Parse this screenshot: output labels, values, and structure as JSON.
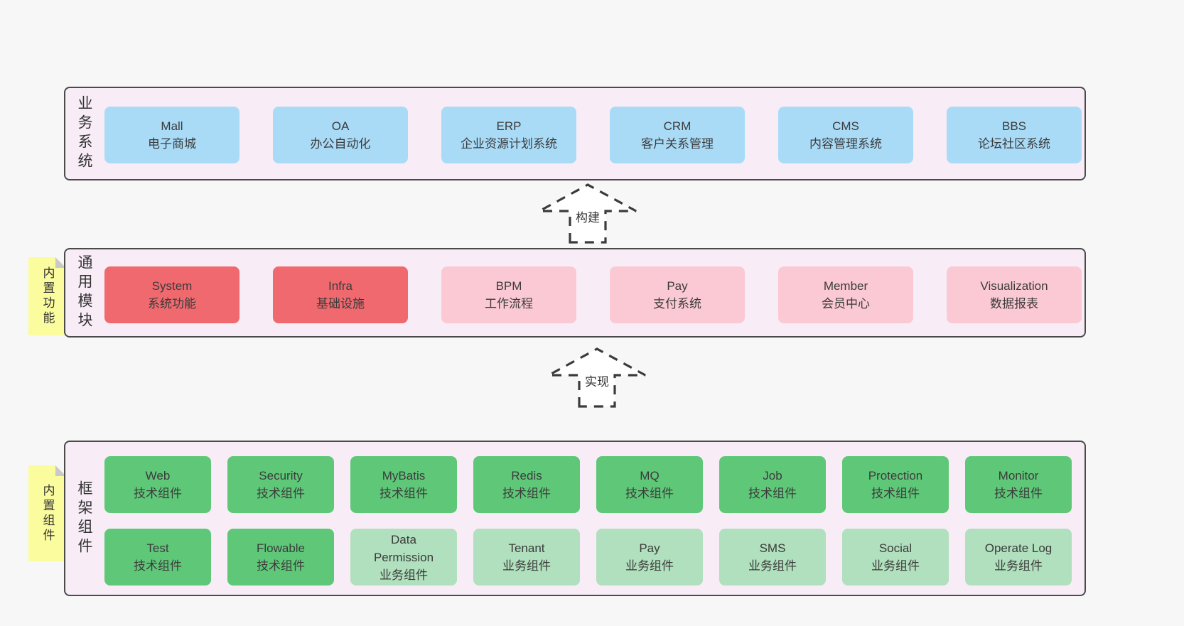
{
  "palette": {
    "page_bg": "#f7f7f7",
    "section_bg": "#f8edf6",
    "section_border": "#4a4a4a",
    "blue": "#a9dbf7",
    "red": "#f0696e",
    "pink": "#fbc9d3",
    "green": "#5fc878",
    "lightgreen": "#b0e0bd",
    "sticky_yellow": "#fbfc9d",
    "sticky_fold": "#c9c9c9",
    "text": "#3b3b3b"
  },
  "arrows": [
    {
      "label": "构建"
    },
    {
      "label": "实现"
    }
  ],
  "sections": [
    {
      "label": "业务系统",
      "items": [
        {
          "title": "Mall",
          "subtitle": "电子商城",
          "variant": "blue"
        },
        {
          "title": "OA",
          "subtitle": "办公自动化",
          "variant": "blue"
        },
        {
          "title": "ERP",
          "subtitle": "企业资源计划系统",
          "variant": "blue"
        },
        {
          "title": "CRM",
          "subtitle": "客户关系管理",
          "variant": "blue"
        },
        {
          "title": "CMS",
          "subtitle": "内容管理系统",
          "variant": "blue"
        },
        {
          "title": "BBS",
          "subtitle": "论坛社区系统",
          "variant": "blue"
        }
      ]
    },
    {
      "label": "通用模块",
      "sticky": "内置功能",
      "items": [
        {
          "title": "System",
          "subtitle": "系统功能",
          "variant": "red"
        },
        {
          "title": "Infra",
          "subtitle": "基础设施",
          "variant": "red"
        },
        {
          "title": "BPM",
          "subtitle": "工作流程",
          "variant": "pink"
        },
        {
          "title": "Pay",
          "subtitle": "支付系统",
          "variant": "pink"
        },
        {
          "title": "Member",
          "subtitle": "会员中心",
          "variant": "pink"
        },
        {
          "title": "Visualization",
          "subtitle": "数据报表",
          "variant": "pink"
        }
      ]
    },
    {
      "label": "框架组件",
      "sticky": "内置组件",
      "rows": [
        [
          {
            "title": "Web",
            "subtitle": "技术组件",
            "variant": "green"
          },
          {
            "title": "Security",
            "subtitle": "技术组件",
            "variant": "green"
          },
          {
            "title": "MyBatis",
            "subtitle": "技术组件",
            "variant": "green"
          },
          {
            "title": "Redis",
            "subtitle": "技术组件",
            "variant": "green"
          },
          {
            "title": "MQ",
            "subtitle": "技术组件",
            "variant": "green"
          },
          {
            "title": "Job",
            "subtitle": "技术组件",
            "variant": "green"
          },
          {
            "title": "Protection",
            "subtitle": "技术组件",
            "variant": "green"
          },
          {
            "title": "Monitor",
            "subtitle": "技术组件",
            "variant": "green"
          }
        ],
        [
          {
            "title": "Test",
            "subtitle": "技术组件",
            "variant": "green"
          },
          {
            "title": "Flowable",
            "subtitle": "技术组件",
            "variant": "green"
          },
          {
            "title": "Data\nPermission",
            "subtitle": "业务组件",
            "variant": "lightgreen"
          },
          {
            "title": "Tenant",
            "subtitle": "业务组件",
            "variant": "lightgreen"
          },
          {
            "title": "Pay",
            "subtitle": "业务组件",
            "variant": "lightgreen"
          },
          {
            "title": "SMS",
            "subtitle": "业务组件",
            "variant": "lightgreen"
          },
          {
            "title": "Social",
            "subtitle": "业务组件",
            "variant": "lightgreen"
          },
          {
            "title": "Operate Log",
            "subtitle": "业务组件",
            "variant": "lightgreen"
          }
        ]
      ]
    }
  ]
}
